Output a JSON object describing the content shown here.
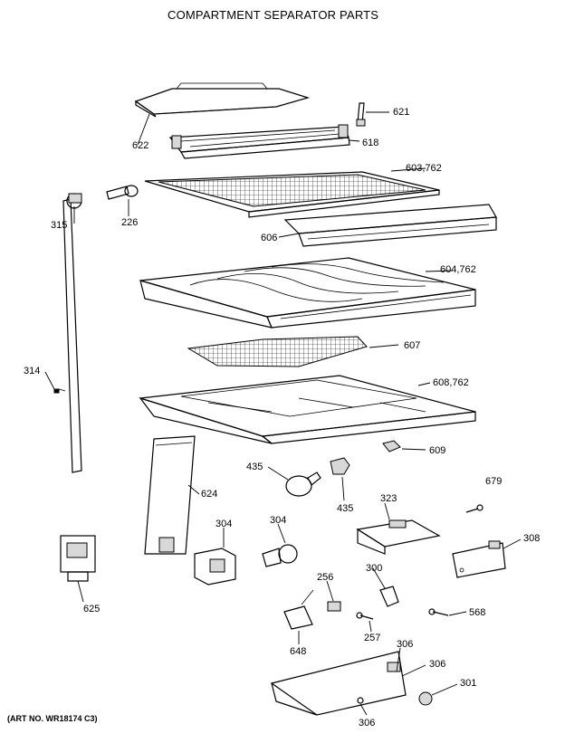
{
  "title": "COMPARTMENT SEPARATOR PARTS",
  "art_number": "(ART NO. WR18174 C3)",
  "callouts": {
    "c621": "621",
    "c618": "618",
    "c622": "622",
    "c603": "603,762",
    "c315": "315",
    "c226": "226",
    "c606": "606",
    "c604": "604,762",
    "c607": "607",
    "c314": "314",
    "c608": "608,762",
    "c609": "609",
    "c435a": "435",
    "c435b": "435",
    "c624": "624",
    "c679": "679",
    "c323": "323",
    "c304a": "304",
    "c304b": "304",
    "c308": "308",
    "c625": "625",
    "c256": "256",
    "c300": "300",
    "c568": "568",
    "c648": "648",
    "c257": "257",
    "c306a": "306",
    "c306b": "306",
    "c301": "301",
    "c306c": "306"
  }
}
